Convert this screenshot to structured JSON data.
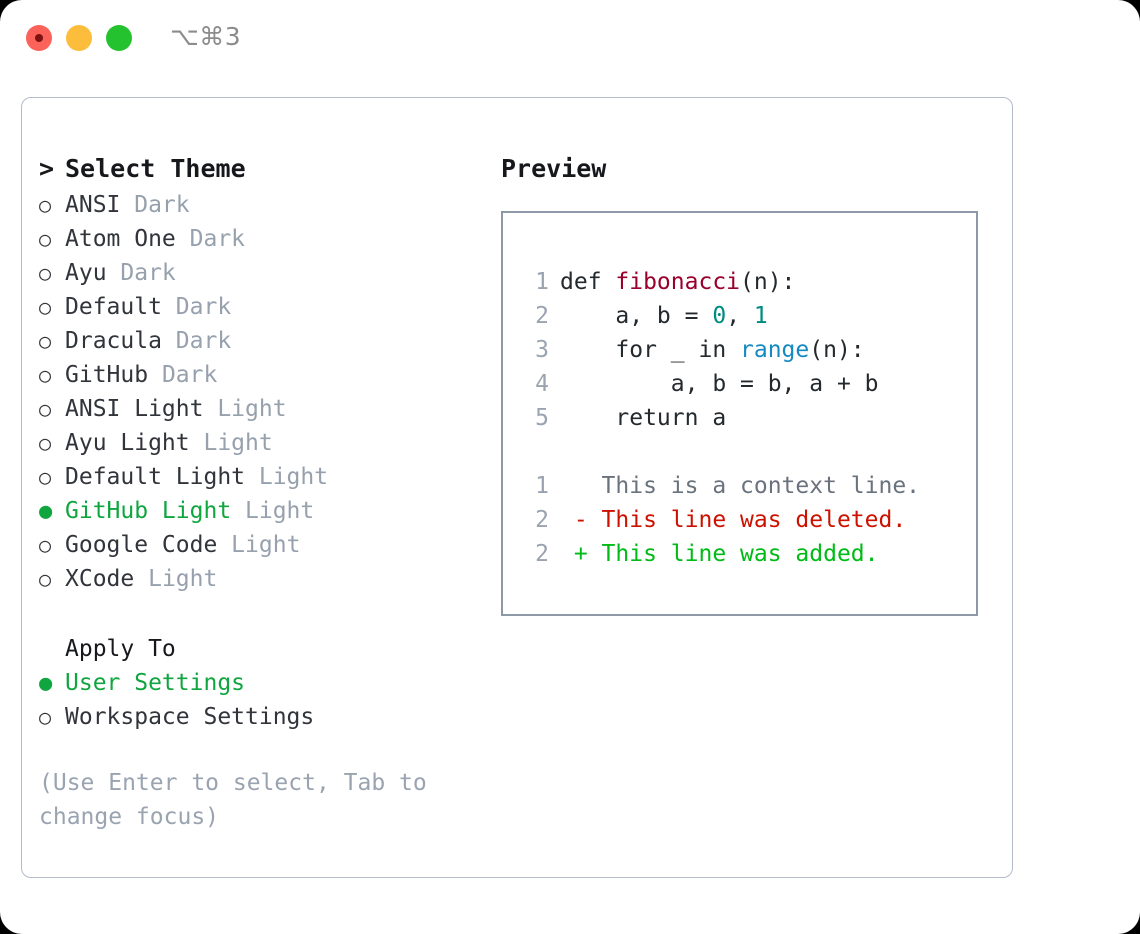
{
  "titlebar": {
    "shortcut": "⌥⌘3",
    "lights": [
      {
        "name": "close",
        "color": "#fb6259"
      },
      {
        "name": "minimize",
        "color": "#fbbd3b"
      },
      {
        "name": "maximize",
        "color": "#25c230"
      }
    ]
  },
  "theme_picker": {
    "caret": ">",
    "header": "Select Theme",
    "bullet_unselected": "○",
    "bullet_selected": "●",
    "items": [
      {
        "label": "ANSI",
        "suffix": "Dark",
        "selected": false
      },
      {
        "label": "Atom One",
        "suffix": "Dark",
        "selected": false
      },
      {
        "label": "Ayu",
        "suffix": "Dark",
        "selected": false
      },
      {
        "label": "Default",
        "suffix": "Dark",
        "selected": false
      },
      {
        "label": "Dracula",
        "suffix": "Dark",
        "selected": false
      },
      {
        "label": "GitHub",
        "suffix": "Dark",
        "selected": false
      },
      {
        "label": "ANSI Light",
        "suffix": "Light",
        "selected": false
      },
      {
        "label": "Ayu Light",
        "suffix": "Light",
        "selected": false
      },
      {
        "label": "Default Light",
        "suffix": "Light",
        "selected": false
      },
      {
        "label": "GitHub Light",
        "suffix": "Light",
        "selected": true
      },
      {
        "label": "Google Code",
        "suffix": "Light",
        "selected": false
      },
      {
        "label": "XCode",
        "suffix": "Light",
        "selected": false
      }
    ]
  },
  "apply_to": {
    "header": "Apply To",
    "items": [
      {
        "label": "User Settings",
        "selected": true
      },
      {
        "label": "Workspace Settings",
        "selected": false
      }
    ]
  },
  "hint": "(Use Enter to select, Tab to change focus)",
  "preview": {
    "title": "Preview",
    "code_lines": [
      {
        "num": "1",
        "tokens": [
          {
            "text": "def ",
            "kind": "plain"
          },
          {
            "text": "fibonacci",
            "kind": "func"
          },
          {
            "text": "(n):",
            "kind": "plain"
          }
        ]
      },
      {
        "num": "2",
        "tokens": [
          {
            "text": "    a, b = ",
            "kind": "plain"
          },
          {
            "text": "0",
            "kind": "num"
          },
          {
            "text": ", ",
            "kind": "plain"
          },
          {
            "text": "1",
            "kind": "num"
          }
        ]
      },
      {
        "num": "3",
        "tokens": [
          {
            "text": "    for _ in ",
            "kind": "plain"
          },
          {
            "text": "range",
            "kind": "builtin"
          },
          {
            "text": "(n):",
            "kind": "plain"
          }
        ]
      },
      {
        "num": "4",
        "tokens": [
          {
            "text": "        a, b = b, a + b",
            "kind": "plain"
          }
        ]
      },
      {
        "num": "5",
        "tokens": [
          {
            "text": "    return a",
            "kind": "plain"
          }
        ]
      }
    ],
    "diff_lines": [
      {
        "num": "1",
        "marker": " ",
        "text": "This is a context line.",
        "kind": "ctx"
      },
      {
        "num": "2",
        "marker": "-",
        "text": "This line was deleted.",
        "kind": "del"
      },
      {
        "num": "2",
        "marker": "+",
        "text": "This line was added.",
        "kind": "add"
      }
    ]
  },
  "colors": {
    "accent_green": "#10a63f",
    "muted": "#97a1ae",
    "diff_added": "#00bb16",
    "diff_deleted": "#cc1100",
    "panel_border": "#b3bcc9",
    "preview_border": "#8e99a8"
  }
}
